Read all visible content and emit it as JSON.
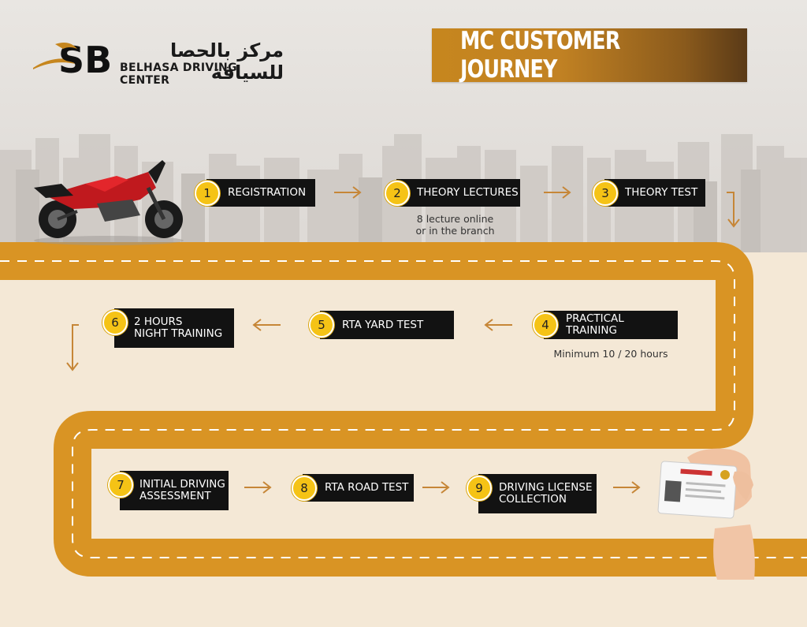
{
  "logo": {
    "arabic": "مركز بالحصا للسياقة",
    "english": "BELHASA DRIVING CENTER",
    "mark": "SB"
  },
  "title": "MC CUSTOMER JOURNEY",
  "colors": {
    "road": "#d99424",
    "badge": "#f5c316",
    "box": "#121212",
    "arrow": "#c68637",
    "banner": "#c6861e"
  },
  "steps": [
    {
      "num": "1",
      "label": "REGISTRATION"
    },
    {
      "num": "2",
      "label": "THEORY LECTURES"
    },
    {
      "num": "3",
      "label": "THEORY TEST"
    },
    {
      "num": "4",
      "label": "PRACTICAL TRAINING"
    },
    {
      "num": "5",
      "label": "RTA YARD TEST"
    },
    {
      "num": "6",
      "label": "2 HOURS\nNIGHT TRAINING"
    },
    {
      "num": "7",
      "label": "INITIAL DRIVING\nASSESSMENT"
    },
    {
      "num": "8",
      "label": "RTA ROAD TEST"
    },
    {
      "num": "9",
      "label": "DRIVING LICENSE\nCOLLECTION"
    }
  ],
  "notes": {
    "theory_lectures": "8 lecture online\nor in the branch",
    "practical_training": "Minimum 10 / 20 hours"
  },
  "icons": [
    "motorcycle-image",
    "license-card-in-hand-image"
  ]
}
